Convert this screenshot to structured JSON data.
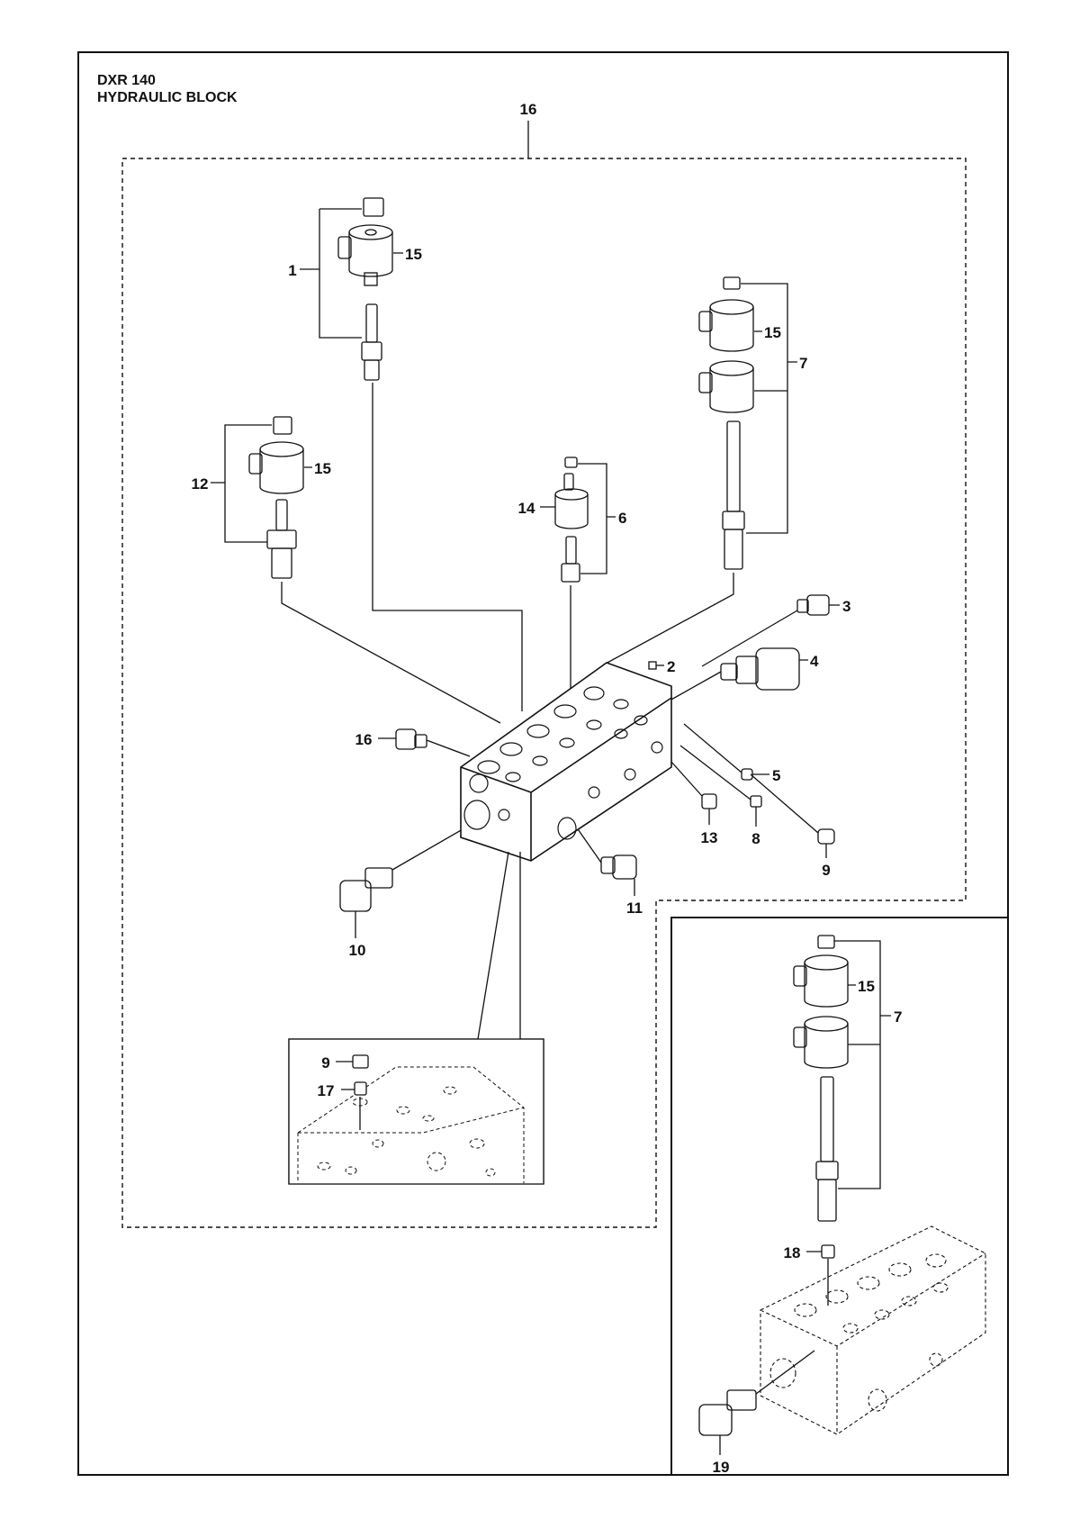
{
  "title": {
    "model": "DXR 140",
    "subtitle": "HYDRAULIC BLOCK"
  },
  "callouts": {
    "p16_top": "16",
    "p1": "1",
    "p15_a": "15",
    "p7_a": "7",
    "p15_b": "15",
    "p12": "12",
    "p15_c": "15",
    "p14": "14",
    "p6": "6",
    "p3": "3",
    "p2": "2",
    "p4": "4",
    "p16_mid": "16",
    "p5": "5",
    "p13": "13",
    "p8": "8",
    "p9_a": "9",
    "p11": "11",
    "p10": "10",
    "p9_b": "9",
    "p17": "17",
    "p15_d": "15",
    "p7_b": "7",
    "p18": "18",
    "p19": "19"
  }
}
